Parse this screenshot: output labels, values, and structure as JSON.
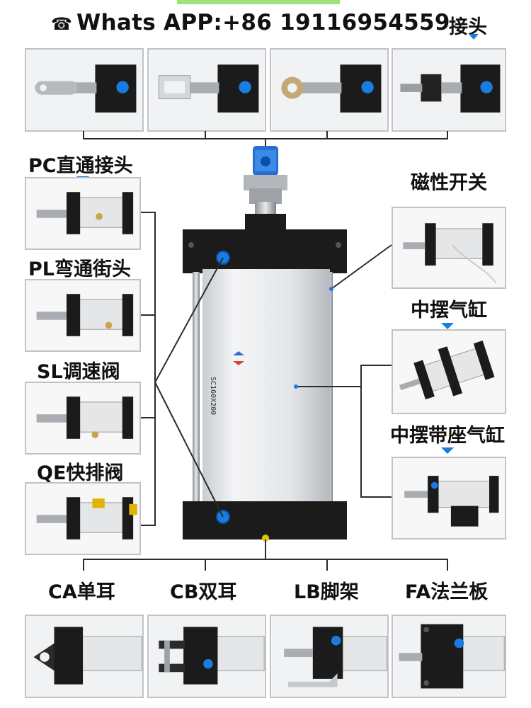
{
  "header": {
    "icon": "whatsapp-icon",
    "contact": "Whats APP:+86 19116954559",
    "joint_label": "接头"
  },
  "left_labels": [
    "PC直通接头",
    "PL弯通街头",
    "SL调速阀",
    "QE快排阀"
  ],
  "right_labels": [
    "磁性开关",
    "中摆气缸",
    "中摆带座气缸"
  ],
  "bottom_labels": [
    "CA单耳",
    "CB双耳",
    "LB脚架",
    "FA法兰板"
  ],
  "cylinder": {
    "model_marking": "SC160X200"
  },
  "colors": {
    "accent_blue": "#1a7be0",
    "body_black": "#1b1b1b",
    "barrel_silver": "#e6e8ea"
  }
}
